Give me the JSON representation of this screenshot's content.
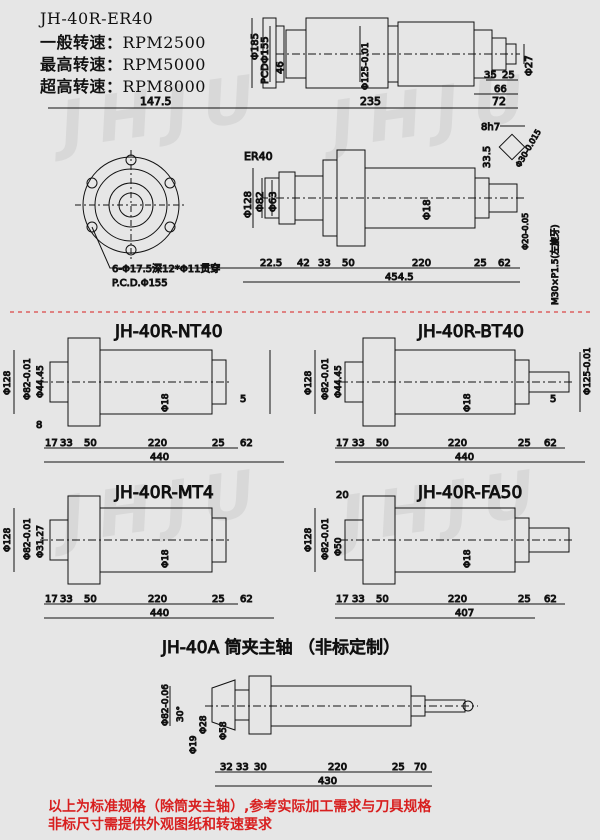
{
  "header": {
    "model": "JH-40R-ER40",
    "speeds": [
      {
        "label": "一般转速：",
        "value": "RPM2500"
      },
      {
        "label": "最高转速：",
        "value": "RPM5000"
      },
      {
        "label": "超高转速：",
        "value": "RPM8000"
      }
    ]
  },
  "top_view": {
    "dims_left": [
      "Φ185",
      "PCDΦ155",
      "46"
    ],
    "dim_inner": "Φ125-0.01",
    "dim_right": [
      "35",
      "25",
      "66",
      "Φ27"
    ],
    "lengths": [
      "147.5",
      "235",
      "72"
    ]
  },
  "flange": {
    "hole_note": "6-Φ17.5深12*Φ11贯穿",
    "pcd": "P.C.D.Φ155"
  },
  "side_view": {
    "label": "ER40",
    "dims_left": [
      "Φ128",
      "Φ82",
      "Φ63"
    ],
    "dim_bore": "Φ18",
    "key_labels": [
      "8h7",
      "33.5",
      "Φ30-0.015",
      "Φ20-0.05"
    ],
    "thread": "M30×P1.5(左旋牙)",
    "lengths": [
      "22.5",
      "42",
      "33",
      "50",
      "220",
      "25",
      "62"
    ],
    "total": "454.5"
  },
  "nt40": {
    "title": "JH-40R-NT40",
    "dims": [
      "Φ128",
      "Φ82-0.01",
      "Φ44.45",
      "Φ18",
      "5",
      "8"
    ],
    "lengths": [
      "17",
      "33",
      "50",
      "220",
      "25",
      "62"
    ],
    "total": "440"
  },
  "bt40": {
    "title": "JH-40R-BT40",
    "dims": [
      "Φ128",
      "Φ82-0.01",
      "Φ44.45",
      "Φ18",
      "5",
      "Φ125-0.01"
    ],
    "lengths": [
      "17",
      "33",
      "50",
      "220",
      "25",
      "62"
    ],
    "total": "440"
  },
  "mt4": {
    "title": "JH-40R-MT4",
    "dims": [
      "Φ128",
      "Φ82-0.01",
      "Φ31.27",
      "Φ18"
    ],
    "lengths": [
      "17",
      "33",
      "50",
      "220",
      "25",
      "62"
    ],
    "total": "440"
  },
  "fa50": {
    "title": "JH-40R-FA50",
    "dims": [
      "20",
      "Φ128",
      "Φ82-0.01",
      "Φ50",
      "Φ18"
    ],
    "lengths": [
      "17",
      "33",
      "50",
      "220",
      "25",
      "62"
    ],
    "total": "407"
  },
  "jh40a": {
    "title": "JH-40A 筒夹主轴 （非标定制）",
    "dims": [
      "30°",
      "Φ19",
      "Φ28",
      "Φ58",
      "Φ82-0.06"
    ],
    "lengths": [
      "32",
      "33",
      "30",
      "220",
      "25",
      "70"
    ],
    "total": "430"
  },
  "footer": {
    "line1": "以上为标准规格（除筒夹主轴）,参考实际加工需求与刀具规格",
    "line2": "非标尺寸需提供外观图纸和转速要求"
  },
  "watermark": "JHJU",
  "colors": {
    "note": "#d81f1f",
    "background": "#e6e6e6",
    "divider": "#d81f1f"
  }
}
